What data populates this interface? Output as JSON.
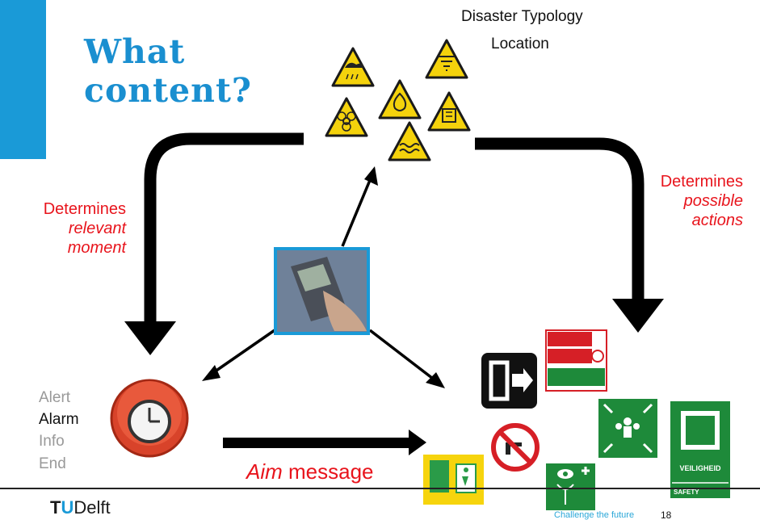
{
  "slide": {
    "title_line1": "What",
    "title_line2": "content?",
    "top_label_1": "Disaster Typology",
    "top_label_2": "Location",
    "left_arrow_label": {
      "line1": "Determines",
      "line2": "relevant",
      "line3": "moment"
    },
    "right_arrow_label": {
      "line1": "Determines",
      "line2": "possible",
      "line3": "actions"
    },
    "stages": [
      "Alert",
      "Alarm",
      "Info",
      "End"
    ],
    "active_stage": "Alarm",
    "aim_word": "Aim",
    "aim_rest": " message",
    "footer_tagline": "Challenge the future",
    "page_number": "18",
    "logo_prefix": "T",
    "logo_u": "U",
    "logo_rest": "Delft"
  },
  "colors": {
    "accent_blue": "#1a9ad7",
    "label_red": "#e8141c",
    "sign_green": "#1e8a3a"
  }
}
